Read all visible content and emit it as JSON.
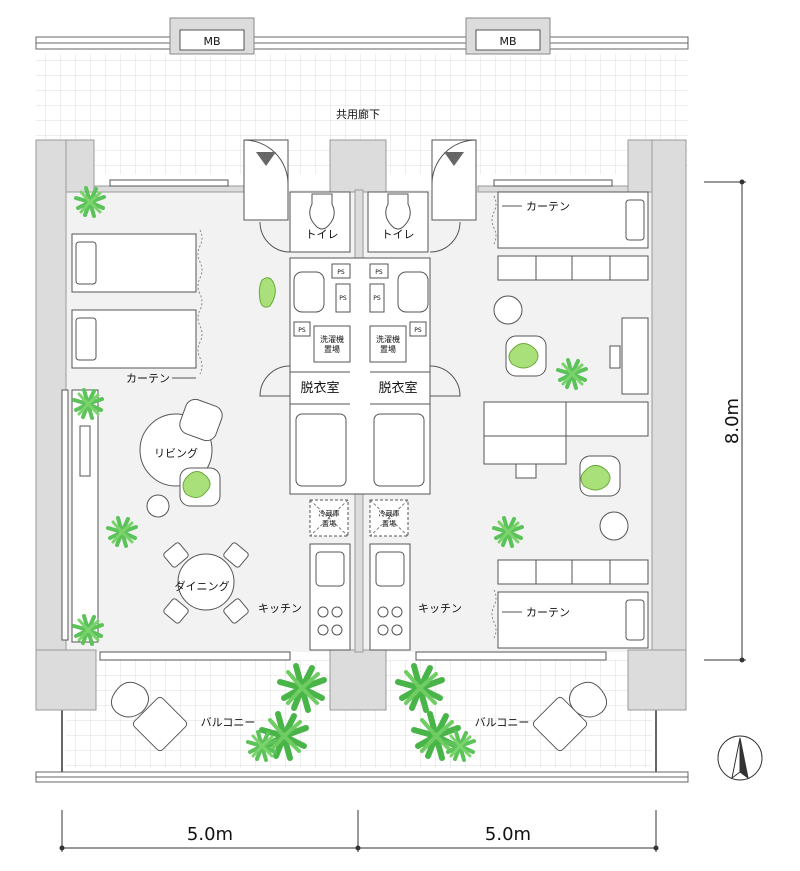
{
  "labels": {
    "meter_box": "MB",
    "corridor": "共用廊下",
    "toilet": "トイレ",
    "pipe_space": "PS",
    "washer_area_line1": "洗濯機",
    "washer_area_line2": "置場",
    "dressing_room": "脱衣室",
    "fridge_line1": "冷蔵庫",
    "fridge_line2": "置場",
    "kitchen": "キッチン",
    "curtain": "カーテン",
    "living": "リビング",
    "dining": "ダイニング",
    "balcony": "バルコニー"
  },
  "dimensions": {
    "unit_width_left": "5.0m",
    "unit_width_right": "5.0m",
    "unit_depth": "8.0m"
  },
  "colors": {
    "wall_fill": "#dcdcdc",
    "wall_stroke": "#9a9a9a",
    "floor_fill": "#f2f2f2",
    "tile_line": "#dedede",
    "plant_green": "#5cc25a",
    "person_green": "#a9e07a",
    "line": "#555555"
  },
  "icons": {
    "door_marker": "triangle-down-icon",
    "north_arrow": "north-arrow-icon"
  }
}
